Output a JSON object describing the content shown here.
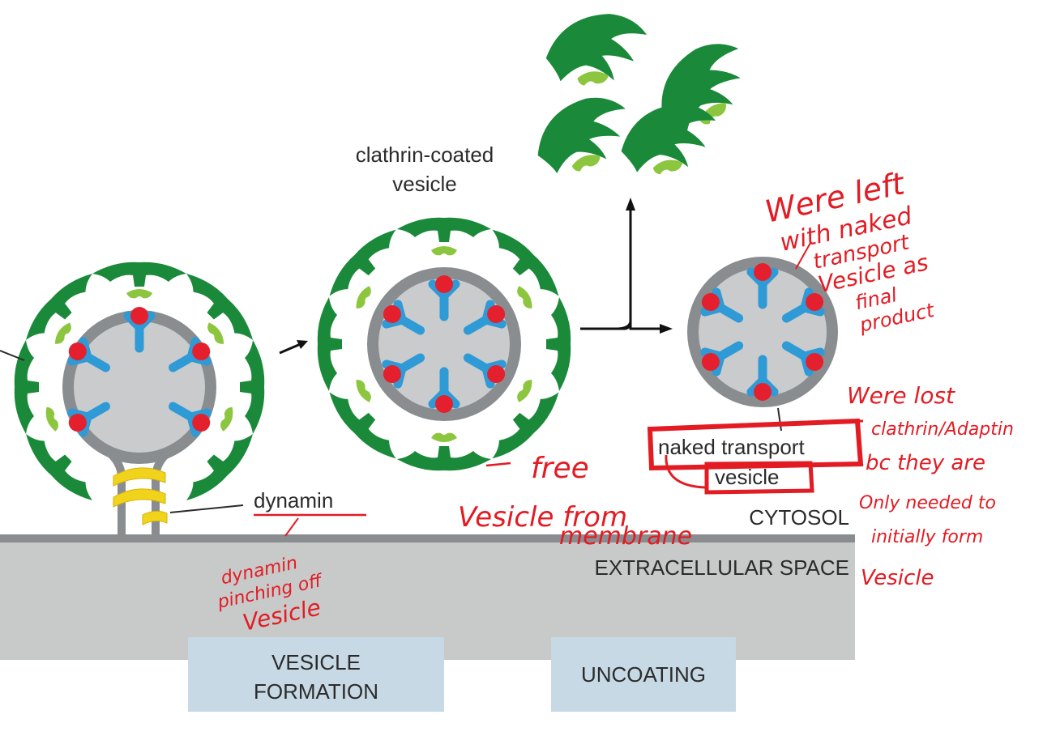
{
  "labels": {
    "clathrin_coated_vesicle_line1": "clathrin-coated",
    "clathrin_coated_vesicle_line2": "vesicle",
    "dynamin": "dynamin",
    "naked_transport_vesicle_line1": "naked transport",
    "naked_transport_vesicle_line2": "vesicle",
    "cytosol": "CYTOSOL",
    "extracellular_space": "EXTRACELLULAR SPACE"
  },
  "stages": {
    "vesicle_formation_line1": "VESICLE",
    "vesicle_formation_line2": "FORMATION",
    "uncoating": "UNCOATING"
  },
  "annotations": {
    "naked_vesicle_note": [
      "Were left",
      "with naked",
      "transport",
      "Vesicle as",
      "final",
      "product"
    ],
    "lost_coat_note": [
      "Were lost",
      "clathrin/Adaptin",
      "bc they are",
      "Only needed to",
      "initially form",
      "Vesicle"
    ],
    "free_vesicle_note": [
      "free",
      "Vesicle from",
      "membrane"
    ],
    "dynamin_note": [
      "dynamin",
      "pinching off",
      "Vesicle"
    ]
  },
  "colors": {
    "clathrin": "#1a8a3a",
    "adaptin": "#8cc63f",
    "membrane": "#8a8d90",
    "lumen": "#c9cbcd",
    "receptor": "#2e9ad6",
    "cargo": "#e5202e",
    "dynamin": "#f2d31b",
    "extracellular": "#c8c9c9",
    "stage_box": "#c7d9e4",
    "handwriting": "#e31b23"
  }
}
